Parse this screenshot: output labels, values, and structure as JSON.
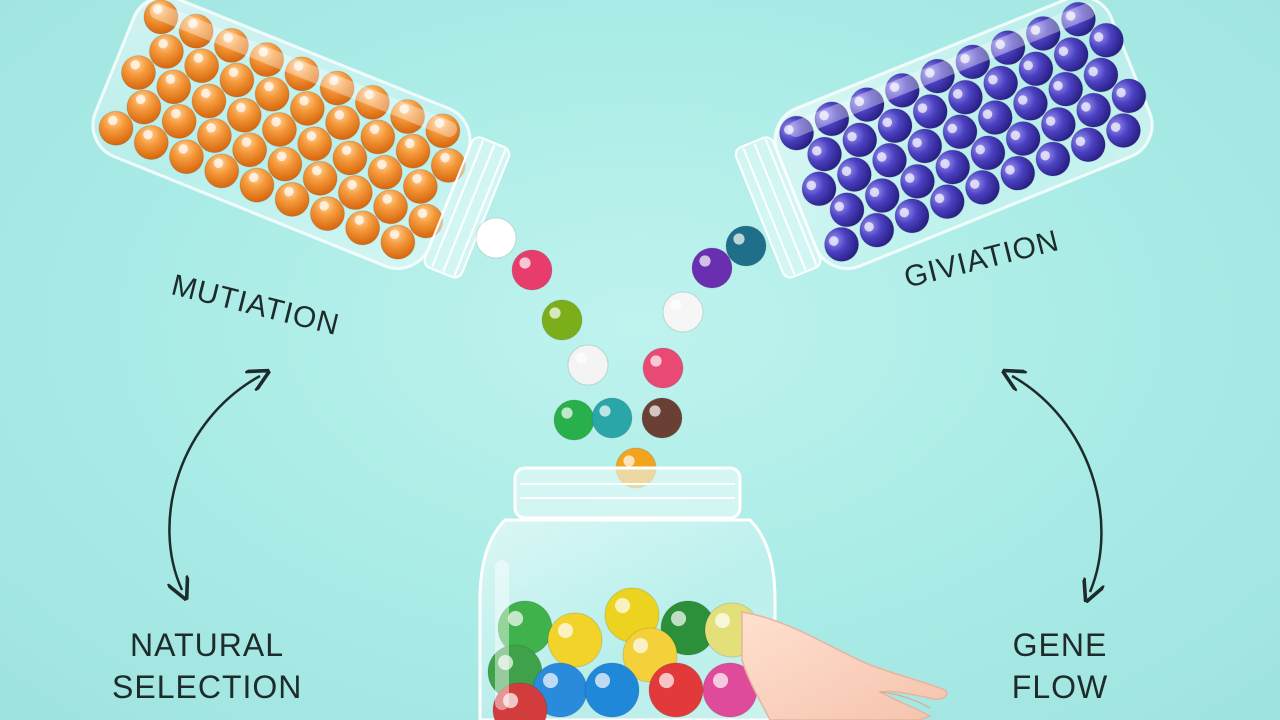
{
  "labels": {
    "mutation": "MUTIATION",
    "giviation": "GIVIATION",
    "natural_selection": [
      "NATURAL",
      "SELECTION"
    ],
    "gene_flow": [
      "GENE",
      "FLOW"
    ]
  },
  "colors": {
    "background": "#a9ebe6",
    "orange_beads": "#f08a2c",
    "purple_beads": "#4b3fb8"
  },
  "falling_beads_colors": [
    "#ffffff",
    "#e83d6c",
    "#7cae1c",
    "#f4f4f4",
    "#28b04a",
    "#2aa6a9",
    "#e84a73",
    "#6b4034",
    "#f2a41e",
    "#f6f6f6",
    "#6a2fb0",
    "#1f6f8a"
  ],
  "bottom_jar_bead_colors": [
    "#3fb24c",
    "#f1d32a",
    "#ecd31f",
    "#2c8f3a",
    "#e3e07a",
    "#3fa24a",
    "#f4d13a",
    "#2a8adb",
    "#1f88d8",
    "#e23a3a",
    "#e04a9a",
    "#d33c3c"
  ]
}
